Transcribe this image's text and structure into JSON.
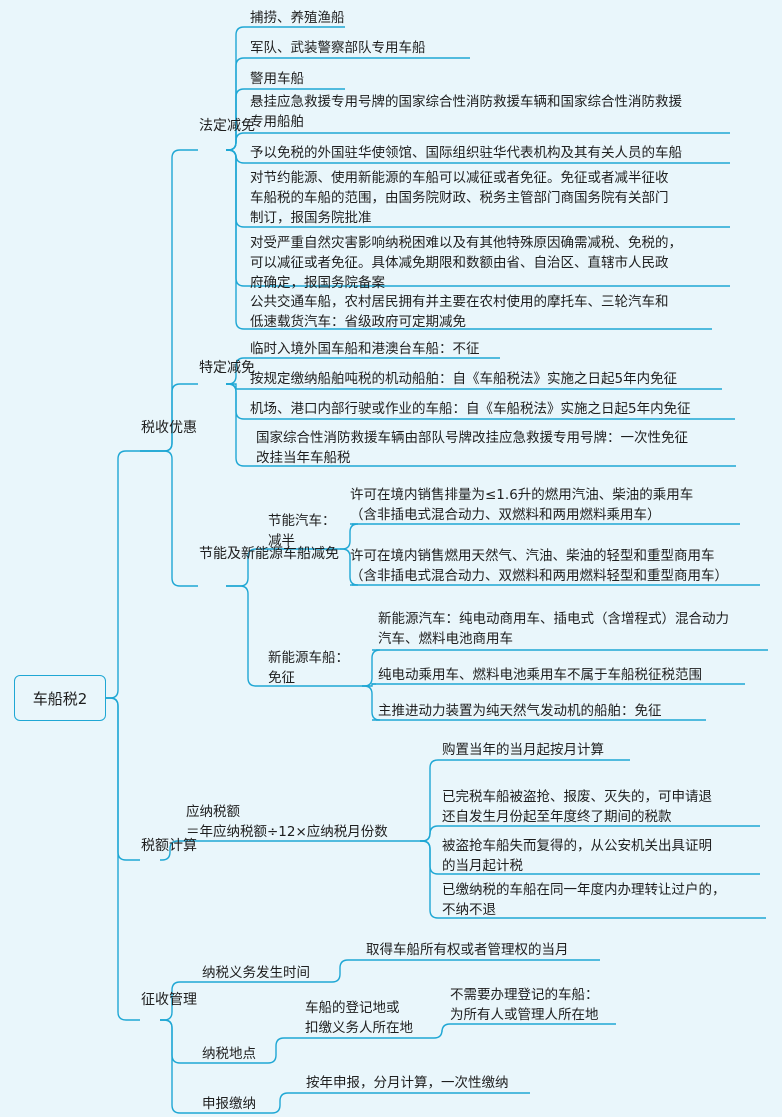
{
  "root": "车船税2",
  "groups": {
    "tax_benefit": "税收优惠",
    "tax_calc": "税额计算",
    "collection": "征收管理"
  },
  "sub": {
    "statutory": "法定减免",
    "specific": "特定减免",
    "energy": "节能及新能源车船减免",
    "energy_saving": "节能汽车：减半",
    "new_energy": "新能源车船：免征",
    "formula": "应纳税额＝年应纳税额÷12×应纳税月份数",
    "duty_time": "纳税义务发生时间",
    "duty_place": "纳税地点",
    "declare": "申报缴纳"
  },
  "statutory_items": [
    "捕捞、养殖渔船",
    "军队、武装警察部队专用车船",
    "警用车船",
    "悬挂应急救援专用号牌的国家综合性消防救援车辆和国家综合性消防救援专用船舶",
    "予以免税的外国驻华使领馆、国际组织驻华代表机构及其有关人员的车船",
    "对节约能源、使用新能源的车船可以减征或者免征。免征或者减半征收车船税的车船的范围，由国务院财政、税务主管部门商国务院有关部门制订，报国务院批准",
    "对受严重自然灾害影响纳税困难以及有其他特殊原因确需减税、免税的，可以减征或者免征。具体减免期限和数额由省、自治区、直辖市人民政府确定，报国务院备案",
    "公共交通车船，农村居民拥有并主要在农村使用的摩托车、三轮汽车和低速载货汽车：省级政府可定期减免"
  ],
  "specific_items": [
    "临时入境外国车船和港澳台车船：不征",
    "按规定缴纳船舶吨税的机动船舶：自《车船税法》实施之日起5年内免征",
    "机场、港口内部行驶或作业的车船：自《车船税法》实施之日起5年内免征",
    "国家综合性消防救援车辆由部队号牌改挂应急救援专用号牌：一次性免征改挂当年车船税"
  ],
  "energy_saving_items": [
    "许可在境内销售排量为≤1.6升的燃用汽油、柴油的乘用车（含非插电式混合动力、双燃料和两用燃料乘用车）",
    "许可在境内销售燃用天然气、汽油、柴油的轻型和重型商用车（含非插电式混合动力、双燃料和两用燃料轻型和重型商用车）"
  ],
  "new_energy_items": [
    "新能源汽车：纯电动商用车、插电式（含增程式）混合动力汽车、燃料电池商用车",
    "纯电动乘用车、燃料电池乘用车不属于车船税征税范围",
    "主推进动力装置为纯天然气发动机的船舶：免征"
  ],
  "calc_items": [
    "购置当年的当月起按月计算",
    "已完税车船被盗抢、报废、灭失的，可申请退还自发生月份起至年度终了期间的税款",
    "被盗抢车船失而复得的，从公安机关出具证明的当月起计税",
    "已缴纳税的车船在同一年度内办理转让过户的，不纳不退"
  ],
  "duty_time_item": "取得车船所有权或者管理权的当月",
  "place_items": {
    "registered": "车船的登记地或扣缴义务人所在地",
    "unregistered": "不需要办理登记的车船：为所有人或管理人所在地"
  },
  "declare_item": "按年申报，分月计算，一次性缴纳",
  "colors": {
    "line": "#1fa7d4",
    "background": "#e9f6fb",
    "text": "#1e1e1e"
  }
}
